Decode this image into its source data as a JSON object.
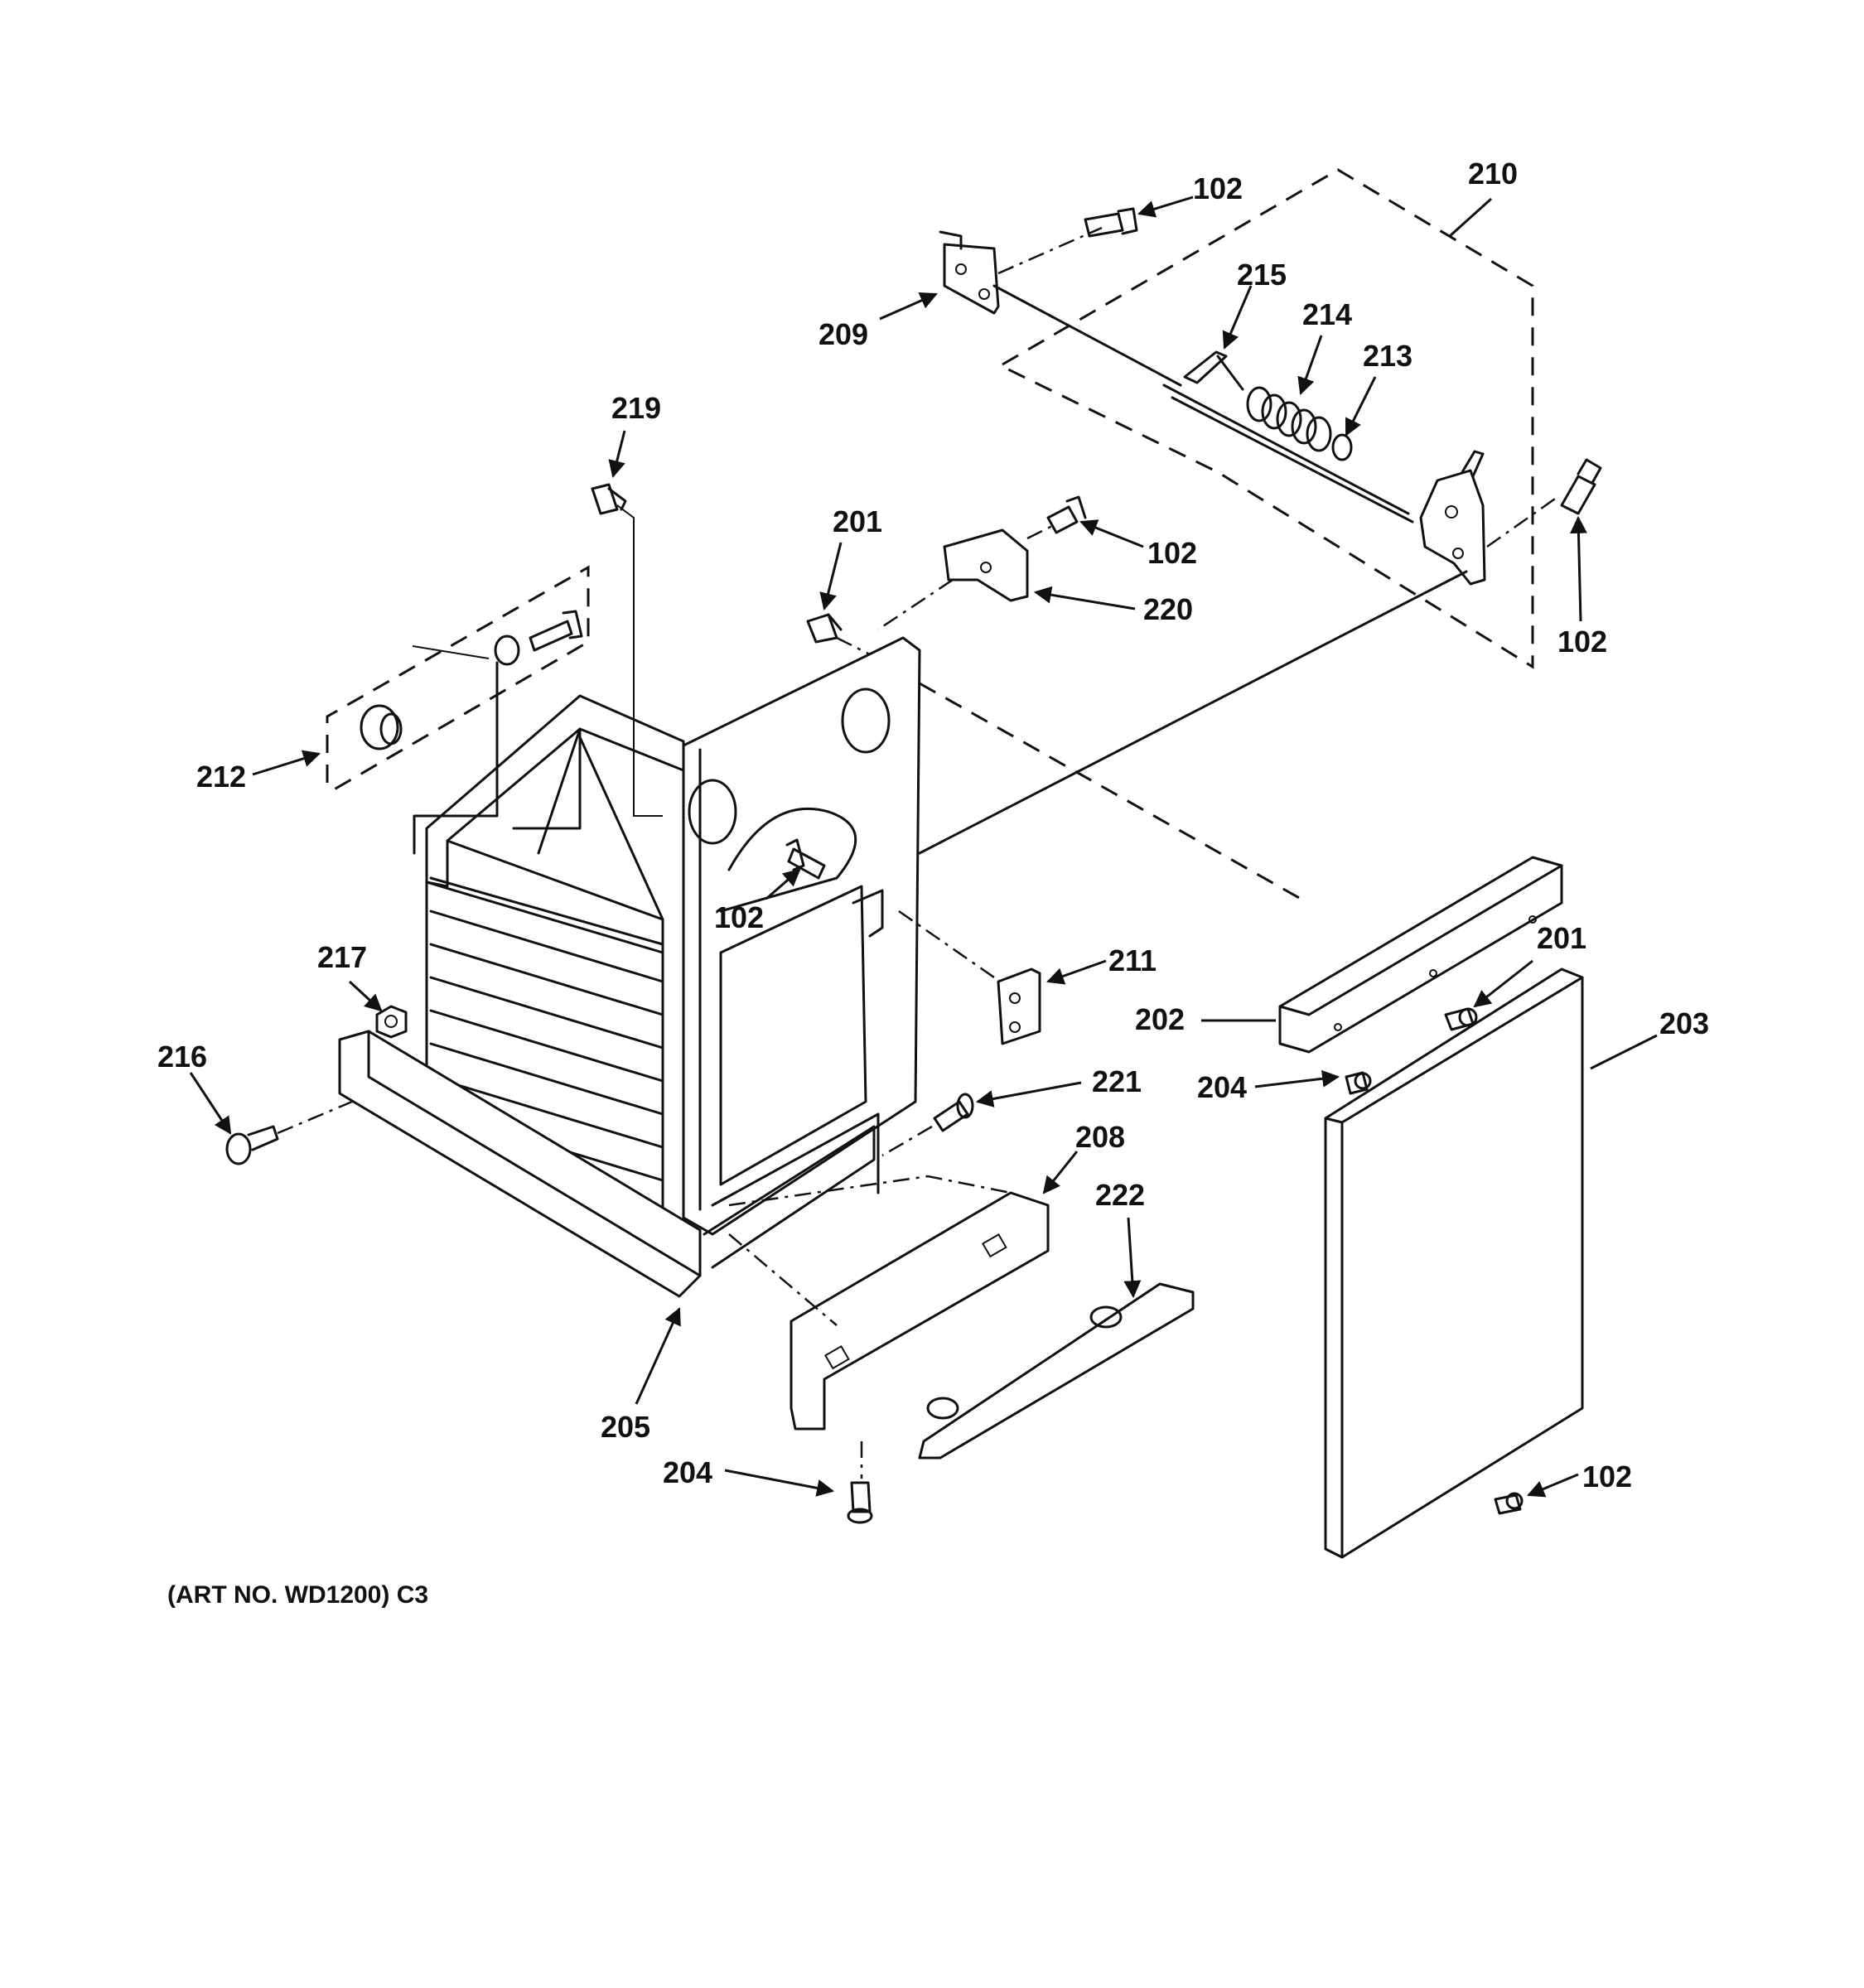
{
  "diagram": {
    "art_number": "(ART NO. WD1200) C3",
    "callouts": [
      {
        "id": "c-102-a",
        "label": "102"
      },
      {
        "id": "c-210",
        "label": "210"
      },
      {
        "id": "c-215",
        "label": "215"
      },
      {
        "id": "c-214",
        "label": "214"
      },
      {
        "id": "c-213",
        "label": "213"
      },
      {
        "id": "c-209",
        "label": "209"
      },
      {
        "id": "c-219",
        "label": "219"
      },
      {
        "id": "c-201-a",
        "label": "201"
      },
      {
        "id": "c-102-b",
        "label": "102"
      },
      {
        "id": "c-220",
        "label": "220"
      },
      {
        "id": "c-102-c",
        "label": "102"
      },
      {
        "id": "c-212",
        "label": "212"
      },
      {
        "id": "c-102-d",
        "label": "102"
      },
      {
        "id": "c-211",
        "label": "211"
      },
      {
        "id": "c-217",
        "label": "217"
      },
      {
        "id": "c-201-b",
        "label": "201"
      },
      {
        "id": "c-202",
        "label": "202"
      },
      {
        "id": "c-203",
        "label": "203"
      },
      {
        "id": "c-216",
        "label": "216"
      },
      {
        "id": "c-204-a",
        "label": "204"
      },
      {
        "id": "c-221",
        "label": "221"
      },
      {
        "id": "c-208",
        "label": "208"
      },
      {
        "id": "c-222",
        "label": "222"
      },
      {
        "id": "c-205",
        "label": "205"
      },
      {
        "id": "c-204-b",
        "label": "204"
      },
      {
        "id": "c-102-e",
        "label": "102"
      }
    ]
  }
}
